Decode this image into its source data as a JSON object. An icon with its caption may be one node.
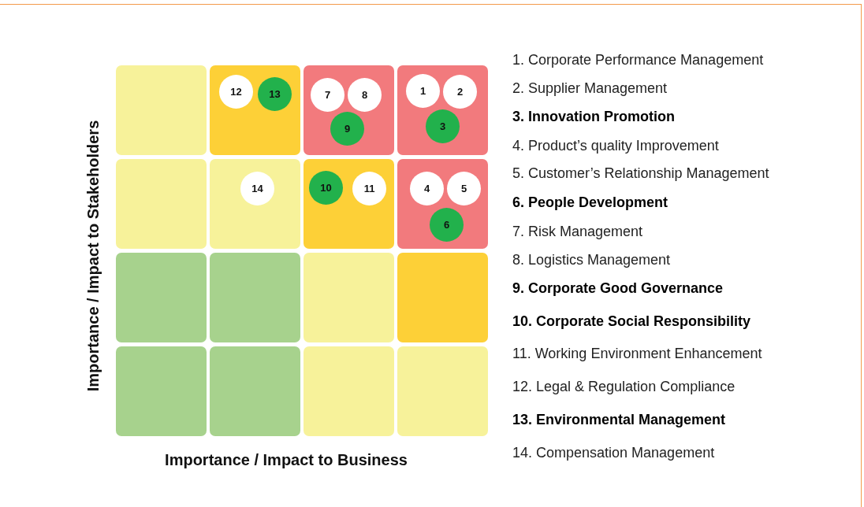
{
  "diagram": {
    "nodes": [
      {
        "text": [],
        "shape": "box"
      },
      {
        "text": [],
        "shape": "box"
      },
      {
        "text": [],
        "shape": "box"
      },
      {
        "text": [],
        "shape": "box"
      },
      {
        "text": [],
        "shape": "box"
      },
      {
        "text": [],
        "shape": "box"
      },
      {
        "text": [],
        "shape": "box"
      },
      {
        "text": [],
        "shape": "box"
      },
      {
        "text": [],
        "shape": "box"
      },
      {
        "text": [],
        "shape": "box"
      },
      {
        "text": [],
        "shape": "box"
      },
      {
        "text": [],
        "shape": "box"
      },
      {
        "text": [],
        "shape": "box"
      },
      {
        "text": [],
        "shape": "box"
      },
      {
        "text": [],
        "shape": "box"
      },
      {
        "text": [],
        "shape": "box"
      },
      {
        "text": [
          "12"
        ],
        "in": 1
      },
      {
        "text": [
          "13"
        ],
        "in": 1
      },
      {
        "text": [
          "7"
        ],
        "in": 2
      },
      {
        "text": [
          "8"
        ],
        "in": 2
      },
      {
        "text": [
          "9"
        ],
        "in": 2
      },
      {
        "text": [
          "1"
        ],
        "in": 3
      },
      {
        "text": [
          "2"
        ],
        "in": 3
      },
      {
        "text": [
          "3"
        ],
        "in": 3
      },
      {
        "text": [
          "14"
        ],
        "in": 5
      },
      {
        "text": [
          "10"
        ],
        "in": 6
      },
      {
        "text": [
          "11"
        ],
        "in": 6
      },
      {
        "text": [
          "4"
        ],
        "in": 7
      },
      {
        "text": [
          "5"
        ],
        "in": 7
      },
      {
        "text": [
          "6"
        ],
        "in": 7
      }
    ],
    "labels": [
      "1. Corporate Performance Management",
      "2. Supplier Management",
      "3. Innovation Promotion",
      "4. Product’s quality Improvement",
      "5. Customer’s Relationship Management",
      "6. People Development",
      "7. Risk Management",
      "8. Logistics Management",
      "9. Corporate Good Governance",
      "10. Corporate Social Responsibility",
      "11. Working Environment Enhancement",
      "12. Legal & Regulation Compliance",
      "13. Environmental Management",
      "14. Compensation Management",
      "Importance / Impact to Stakeholders",
      "Importance / Impact to Business"
    ]
  }
}
